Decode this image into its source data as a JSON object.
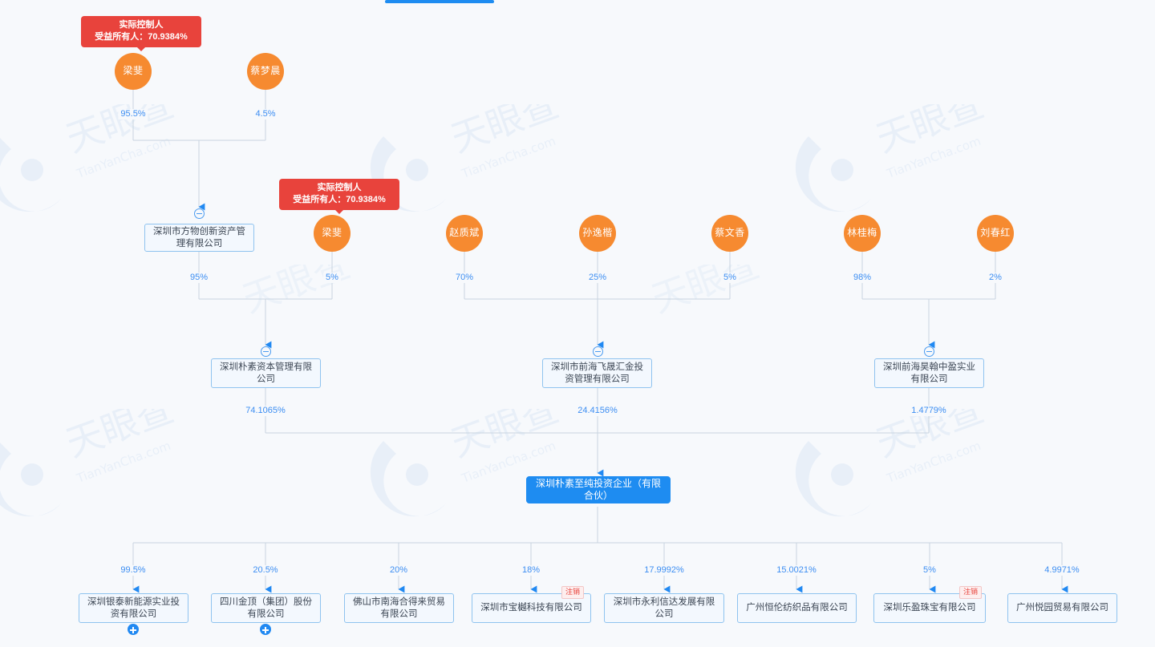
{
  "page": {
    "title": "股权穿透图",
    "watermark": "天眼查 TianYanCha.com",
    "accent_blue": "#1e8cf1",
    "person_orange": "#f68a30",
    "badge_red": "#e8433c",
    "pct_color": "#3d8ef2",
    "canvas_bg": "#f7f9fc"
  },
  "top_tab": {
    "label": ""
  },
  "control_badges": [
    {
      "line1": "实际控制人",
      "line2": "受益所有人：70.9384%"
    },
    {
      "line1": "实际控制人",
      "line2": "受益所有人：70.9384%"
    }
  ],
  "level1_persons": [
    {
      "name": "梁斐",
      "pct": "95.5%"
    },
    {
      "name": "蔡梦晨",
      "pct": "4.5%"
    }
  ],
  "level2_nodes": [
    {
      "name": "深圳市方物创新资产管理有限公司",
      "pct": "95%",
      "type": "company",
      "collapse": true
    },
    {
      "name": "梁斐",
      "pct": "5%",
      "type": "person"
    },
    {
      "name": "赵质斌",
      "pct": "70%",
      "type": "person"
    },
    {
      "name": "孙逸楷",
      "pct": "25%",
      "type": "person"
    },
    {
      "name": "蔡文香",
      "pct": "5%",
      "type": "person"
    },
    {
      "name": "林桂梅",
      "pct": "98%",
      "type": "person"
    },
    {
      "name": "刘春红",
      "pct": "2%",
      "type": "person"
    }
  ],
  "level3_companies": [
    {
      "name": "深圳朴素资本管理有限公司",
      "pct": "74.1065%"
    },
    {
      "name": "深圳市前海飞晟汇金投资管理有限公司",
      "pct": "24.4156%"
    },
    {
      "name": "深圳前海昊翰中盈实业有限公司",
      "pct": "1.4779%"
    }
  ],
  "center_company": {
    "name": "深圳朴素至纯投资企业（有限合伙）"
  },
  "subsidiaries": [
    {
      "name": "深圳银泰新能源实业投资有限公司",
      "pct": "99.5%",
      "expand": true,
      "cancelled": false
    },
    {
      "name": "四川金顶（集团）股份有限公司",
      "pct": "20.5%",
      "expand": true,
      "cancelled": false
    },
    {
      "name": "佛山市南海合得来贸易有限公司",
      "pct": "20%",
      "expand": false,
      "cancelled": false
    },
    {
      "name": "深圳市宝樾科技有限公司",
      "pct": "18%",
      "expand": false,
      "cancelled": true,
      "cancel_label": "注销"
    },
    {
      "name": "深圳市永利信达发展有限公司",
      "pct": "17.9992%",
      "expand": false,
      "cancelled": false
    },
    {
      "name": "广州恒伦纺织品有限公司",
      "pct": "15.0021%",
      "expand": false,
      "cancelled": false
    },
    {
      "name": "深圳乐盈珠宝有限公司",
      "pct": "5%",
      "expand": false,
      "cancelled": true,
      "cancel_label": "注销"
    },
    {
      "name": "广州悦园贸易有限公司",
      "pct": "4.9971%",
      "expand": false,
      "cancelled": false
    }
  ]
}
